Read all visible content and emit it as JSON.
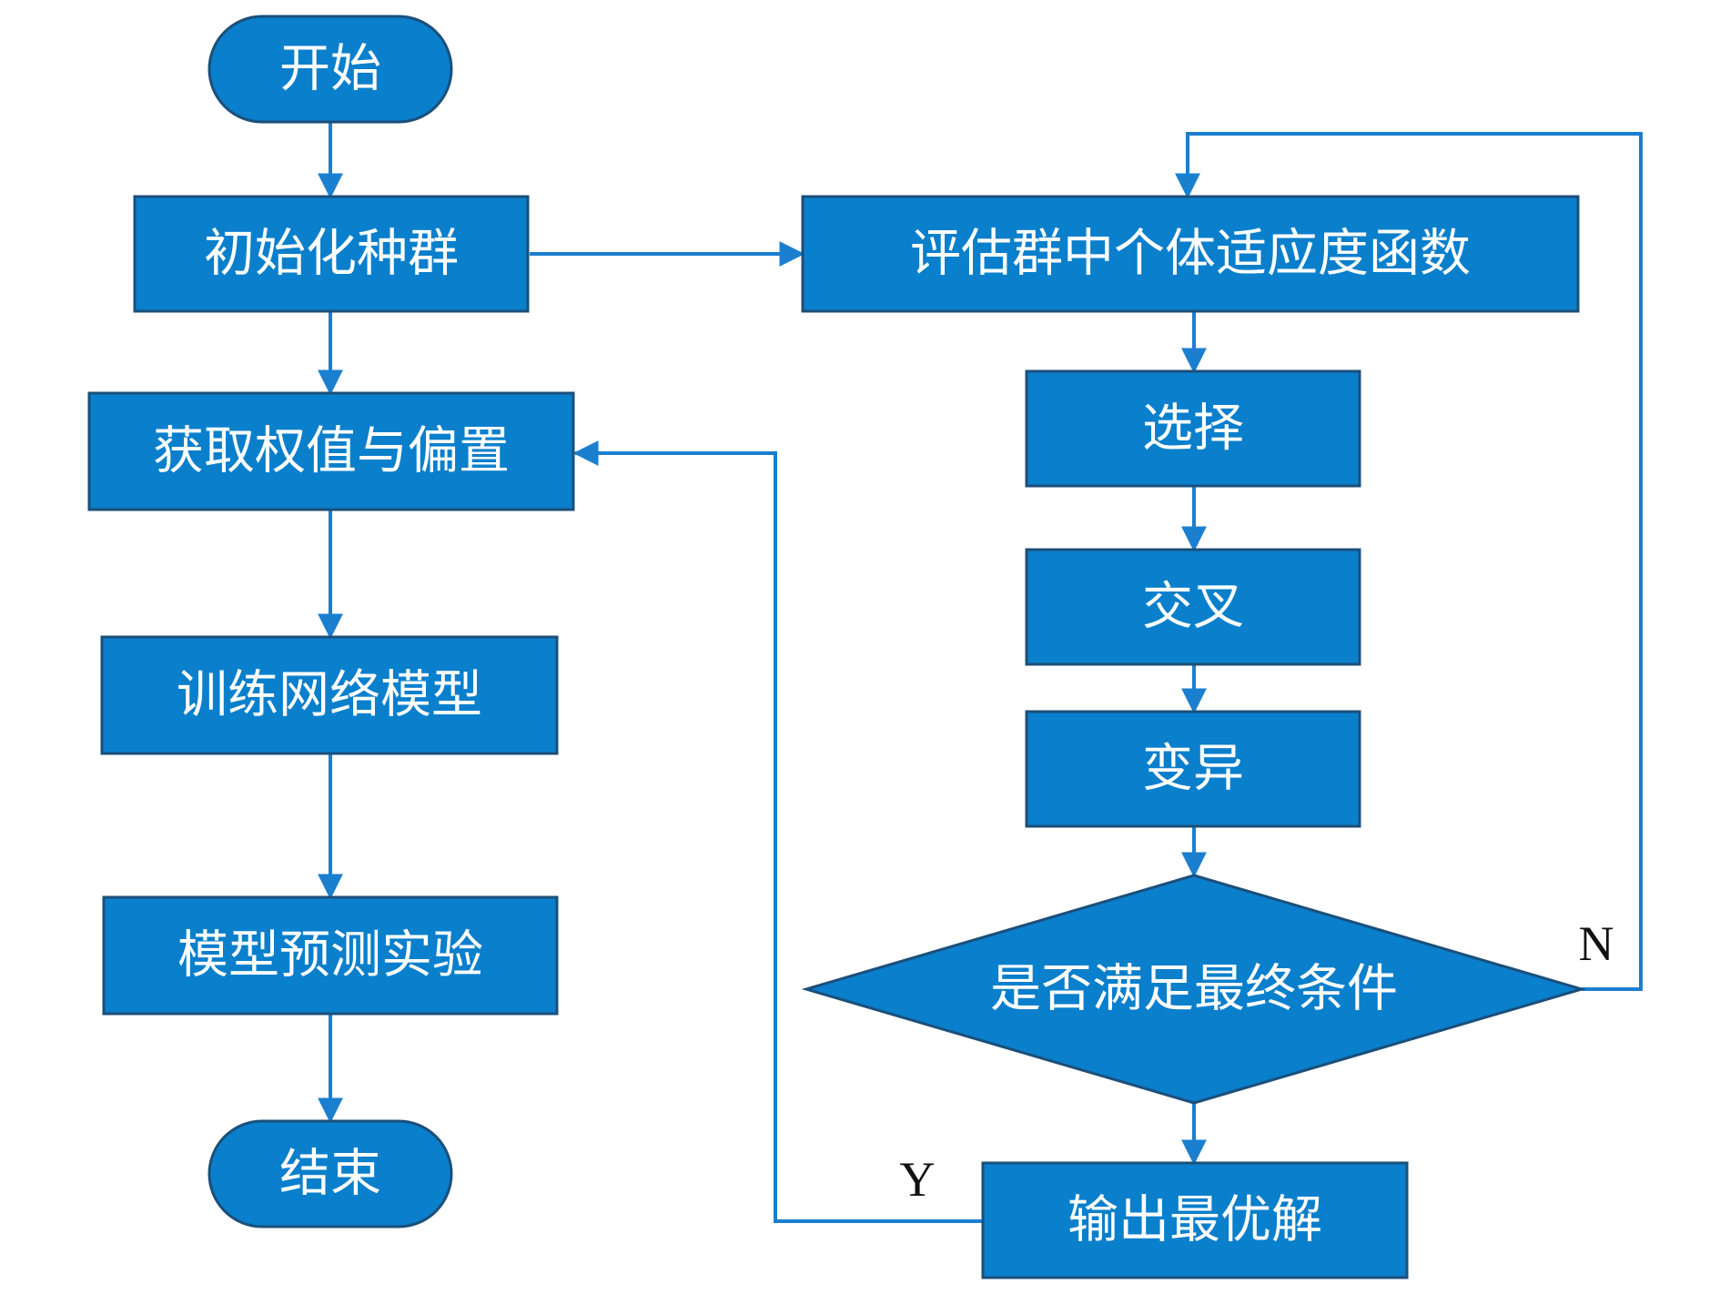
{
  "colors": {
    "node_fill": "#0a7fcc",
    "node_border": "#1b4f7a",
    "edge": "#1a7fcf",
    "text": "#ffffff"
  },
  "nodes": {
    "start": "开始",
    "init_population": "初始化种群",
    "get_weights_bias": "获取权值与偏置",
    "train_model": "训练网络模型",
    "predict_experiment": "模型预测实验",
    "end": "结束",
    "evaluate_fitness": "评估群中个体适应度函数",
    "selection": "选择",
    "crossover": "交叉",
    "mutation": "变异",
    "condition": "是否满足最终条件",
    "output_best": "输出最优解"
  },
  "branches": {
    "yes": "Y",
    "no": "N"
  }
}
